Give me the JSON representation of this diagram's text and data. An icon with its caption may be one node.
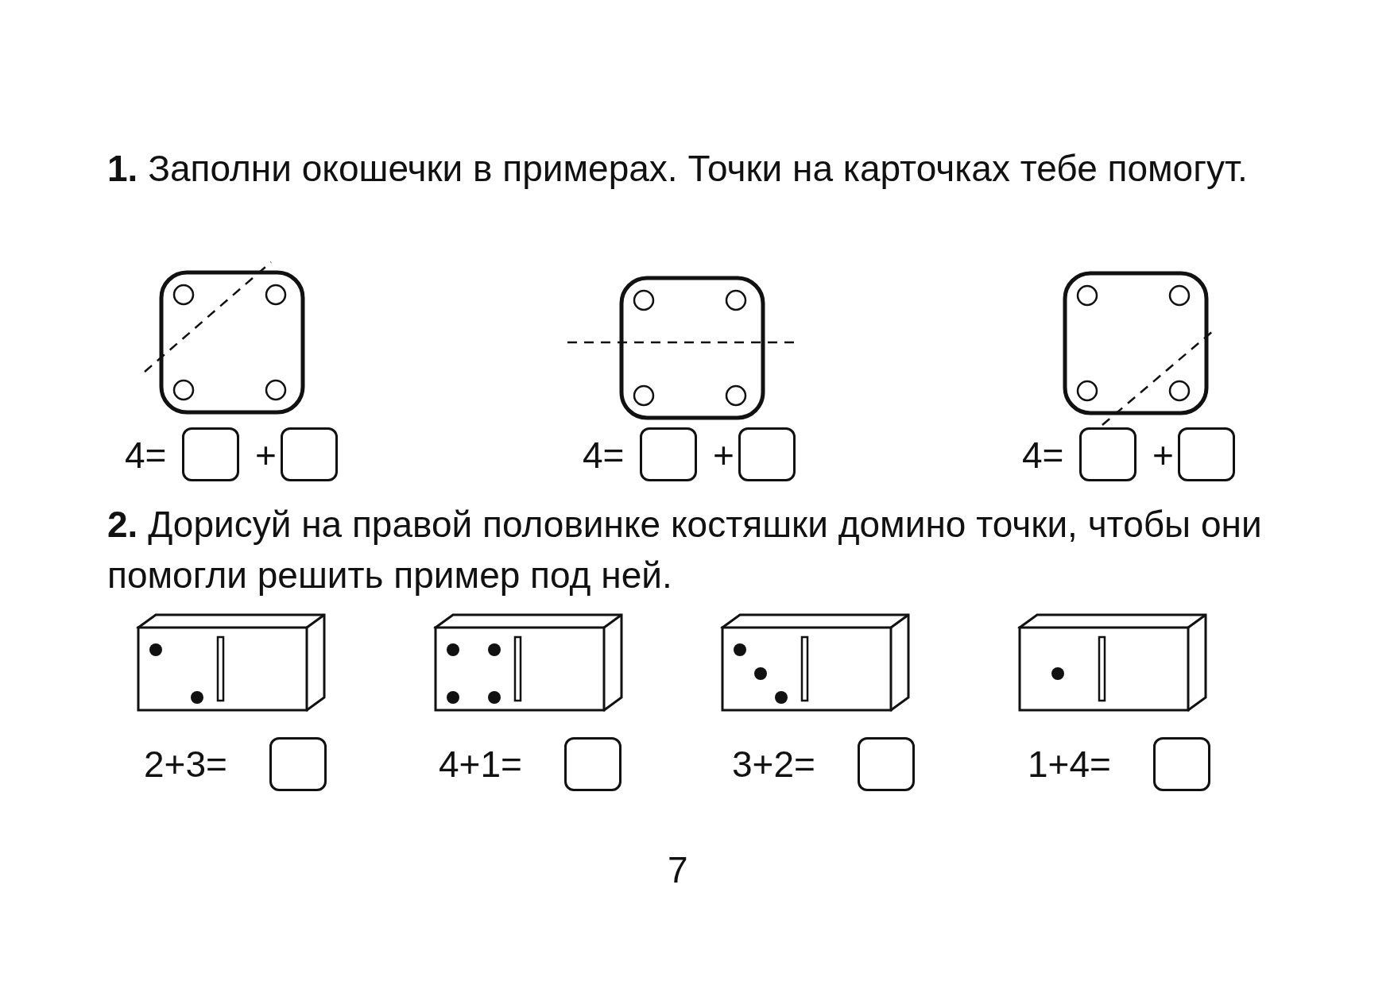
{
  "diagram": {
    "labels": [
      "**1.** Заполни окошечки в примерах. Точки на карточках тебе помогут.",
      "4=",
      "+",
      "4=",
      "+",
      "4=",
      "+",
      "**2.** Дорисуй на правой половинке костяшки домино точки, чтобы они помогли решить пример под ней.",
      "2+3=",
      "4+1=",
      "3+2=",
      "1+4=",
      "7"
    ]
  }
}
